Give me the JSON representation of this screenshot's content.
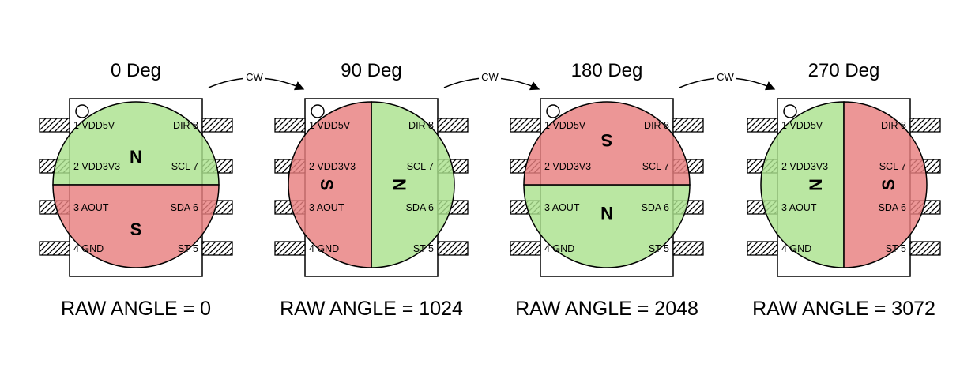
{
  "panels": [
    {
      "title": "0 Deg",
      "raw_angle_label": "RAW ANGLE = 0",
      "rotation_deg": 0
    },
    {
      "title": "90 Deg",
      "raw_angle_label": "RAW ANGLE = 1024",
      "rotation_deg": 90
    },
    {
      "title": "180 Deg",
      "raw_angle_label": "RAW ANGLE = 2048",
      "rotation_deg": 180
    },
    {
      "title": "270 Deg",
      "raw_angle_label": "RAW ANGLE = 3072",
      "rotation_deg": 270
    }
  ],
  "arrow_label": "CW",
  "pins": {
    "left": [
      "1 VDD5V",
      "2 VDD3V3",
      "3 AOUT",
      "4 GND"
    ],
    "right": [
      "DIR 8",
      "SCL 7",
      "SDA 6",
      "ST 5"
    ]
  },
  "poles": {
    "north": "N",
    "south": "S"
  },
  "colors": {
    "north_pole": "#abe28e",
    "south_pole": "#e87f7f"
  }
}
